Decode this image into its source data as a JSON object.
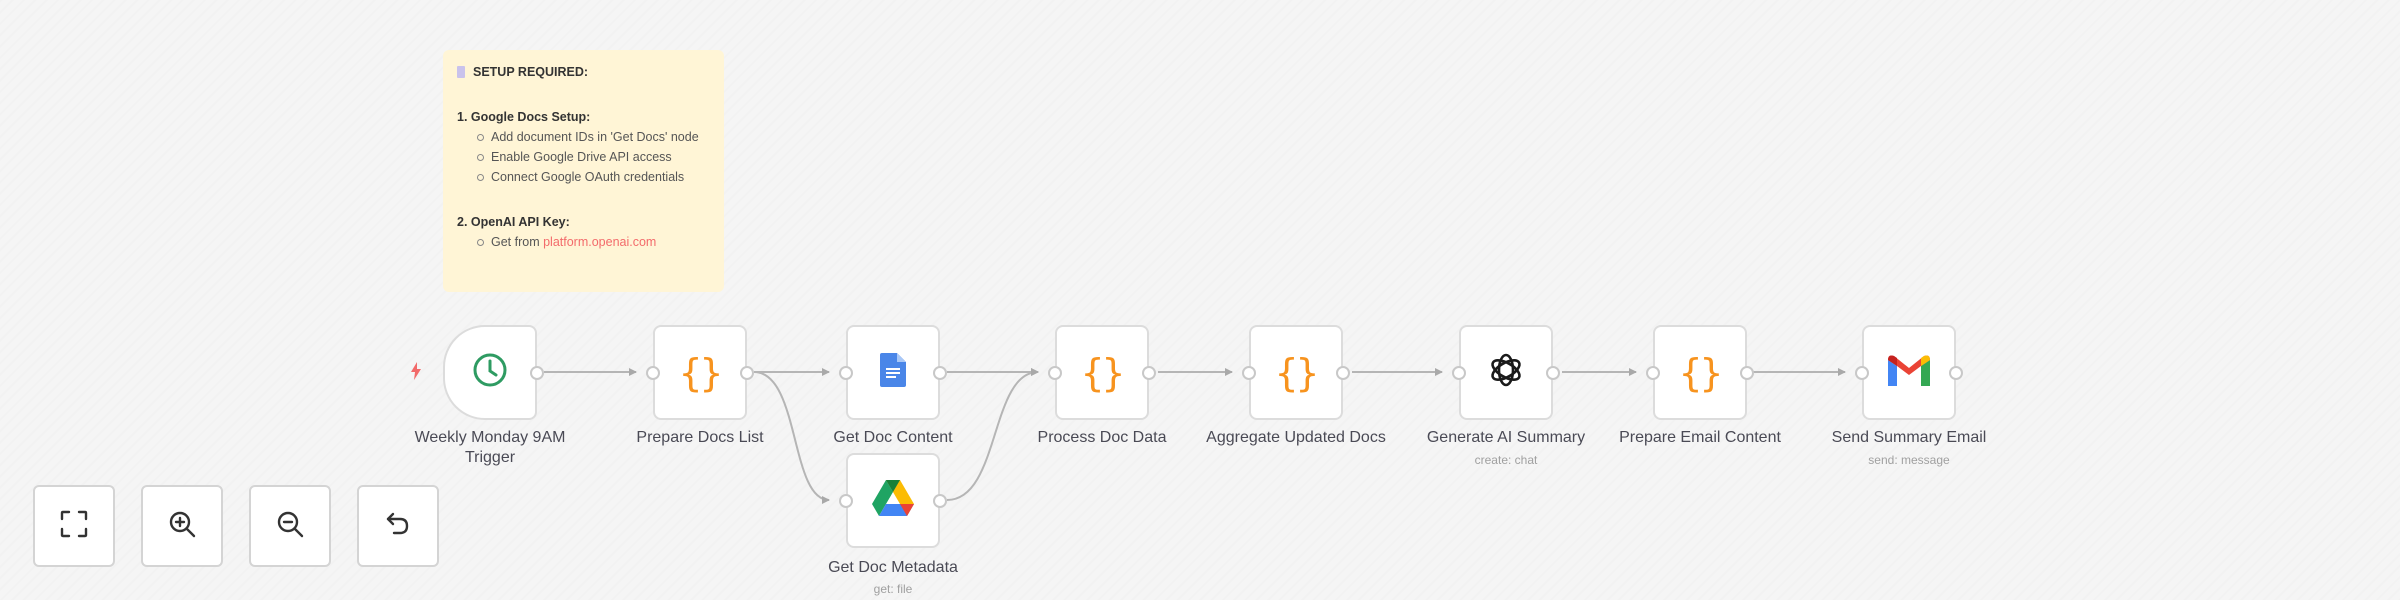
{
  "sticky_note": {
    "title": "SETUP REQUIRED:",
    "sections": [
      {
        "heading": "1. Google Docs Setup:",
        "items": [
          "Add document IDs in 'Get Docs' node",
          "Enable Google Drive API access",
          "Connect Google OAuth credentials"
        ]
      },
      {
        "heading": "2. OpenAI API Key:",
        "items_prefix": "Get from ",
        "link": "platform.openai.com"
      }
    ]
  },
  "nodes": [
    {
      "id": "trigger",
      "label": "Weekly Monday 9AM Trigger",
      "label_line1": "Weekly Monday 9AM",
      "label_line2": "Trigger",
      "icon": "clock-icon"
    },
    {
      "id": "prepare-docs-list",
      "label": "Prepare Docs List",
      "icon": "code-braces-icon"
    },
    {
      "id": "get-doc-content",
      "label": "Get Doc Content",
      "icon": "google-docs-icon"
    },
    {
      "id": "get-doc-metadata",
      "label": "Get Doc Metadata",
      "subtitle": "get: file",
      "icon": "google-drive-icon"
    },
    {
      "id": "process-doc-data",
      "label": "Process Doc Data",
      "icon": "code-braces-icon"
    },
    {
      "id": "aggregate-updated-docs",
      "label": "Aggregate Updated Docs",
      "icon": "code-braces-icon"
    },
    {
      "id": "generate-ai-summary",
      "label": "Generate AI Summary",
      "subtitle": "create: chat",
      "icon": "openai-icon"
    },
    {
      "id": "prepare-email-content",
      "label": "Prepare Email Content",
      "icon": "code-braces-icon"
    },
    {
      "id": "send-summary-email",
      "label": "Send Summary Email",
      "subtitle": "send: message",
      "icon": "gmail-icon"
    }
  ],
  "braces_glyph": "{}",
  "controls": [
    {
      "name": "fit-view",
      "icon": "fit-view-icon"
    },
    {
      "name": "zoom-in",
      "icon": "zoom-in-icon"
    },
    {
      "name": "zoom-out",
      "icon": "zoom-out-icon"
    },
    {
      "name": "reset-zoom",
      "icon": "undo-icon"
    }
  ],
  "colors": {
    "canvas_bg": "#f5f5f5",
    "sticky_bg": "#fff5d6",
    "code_node": "#f7931e",
    "trigger_icon": "#2e9b62",
    "link": "#f36b6b",
    "bolt": "#f26a6a"
  }
}
